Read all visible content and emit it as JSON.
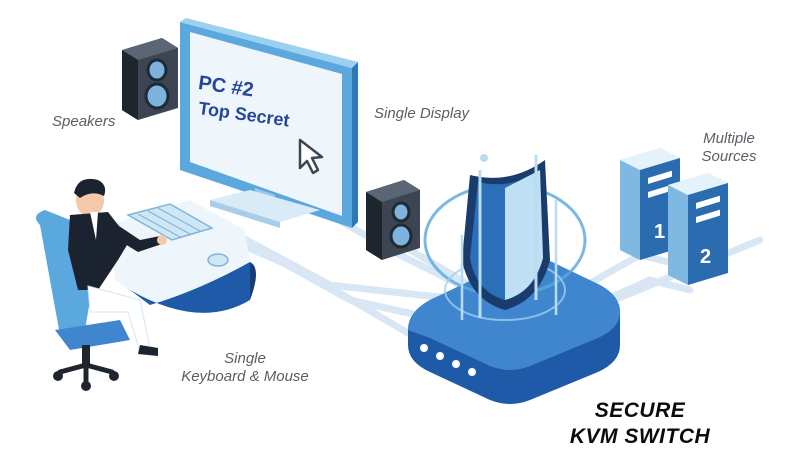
{
  "labels": {
    "speakers": "Speakers",
    "single_display": "Single Display",
    "multiple_sources_line1": "Multiple",
    "multiple_sources_line2": "Sources",
    "keyboard_mouse_line1": "Single",
    "keyboard_mouse_line2": "Keyboard & Mouse",
    "title_line1": "SECURE",
    "title_line2": "KVM SWITCH"
  },
  "screen": {
    "line1": "PC #2",
    "line2": "Top Secret"
  },
  "servers": [
    {
      "number": "1"
    },
    {
      "number": "2"
    }
  ],
  "colors": {
    "primary_blue": "#1f5aa8",
    "light_blue": "#cfe6f5",
    "cable": "#d6e6f2",
    "text_gray": "#5a5f66",
    "screen_text": "#24479a"
  },
  "icons": [
    "speaker-icon",
    "monitor-icon",
    "cursor-icon",
    "shield-icon",
    "server-icon",
    "kvm-switch-icon",
    "keyboard-icon",
    "mouse-icon",
    "chair-icon",
    "person-icon"
  ]
}
